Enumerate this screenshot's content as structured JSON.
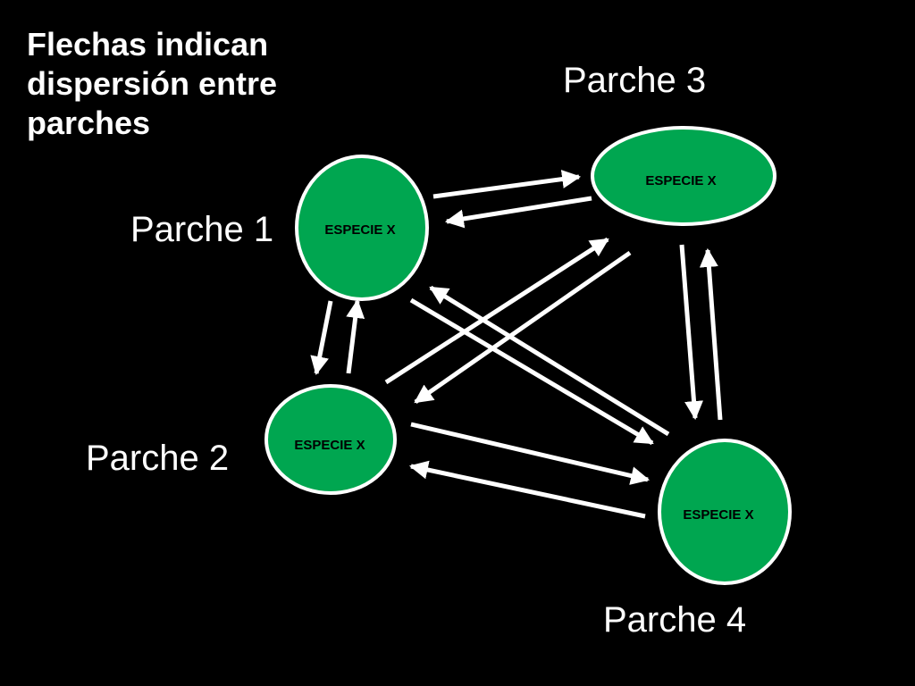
{
  "note": "Flechas indican dispersión entre parches",
  "colors": {
    "background": "#000000",
    "node_fill": "#00a650",
    "stroke": "#ffffff",
    "text": "#ffffff"
  },
  "patches": [
    {
      "id": "p1",
      "label": "Parche 1",
      "species": "ESPECIE X"
    },
    {
      "id": "p2",
      "label": "Parche 2",
      "species": "ESPECIE X"
    },
    {
      "id": "p3",
      "label": "Parche 3",
      "species": "ESPECIE X"
    },
    {
      "id": "p4",
      "label": "Parche 4",
      "species": "ESPECIE X"
    }
  ],
  "dispersal_arrows": [
    {
      "from": "Parche 1",
      "to": "Parche 3"
    },
    {
      "from": "Parche 3",
      "to": "Parche 1"
    },
    {
      "from": "Parche 1",
      "to": "Parche 2"
    },
    {
      "from": "Parche 2",
      "to": "Parche 1"
    },
    {
      "from": "Parche 1",
      "to": "Parche 4"
    },
    {
      "from": "Parche 4",
      "to": "Parche 1"
    },
    {
      "from": "Parche 2",
      "to": "Parche 3"
    },
    {
      "from": "Parche 3",
      "to": "Parche 2"
    },
    {
      "from": "Parche 2",
      "to": "Parche 4"
    },
    {
      "from": "Parche 4",
      "to": "Parche 2"
    },
    {
      "from": "Parche 3",
      "to": "Parche 4"
    },
    {
      "from": "Parche 4",
      "to": "Parche 3"
    }
  ]
}
